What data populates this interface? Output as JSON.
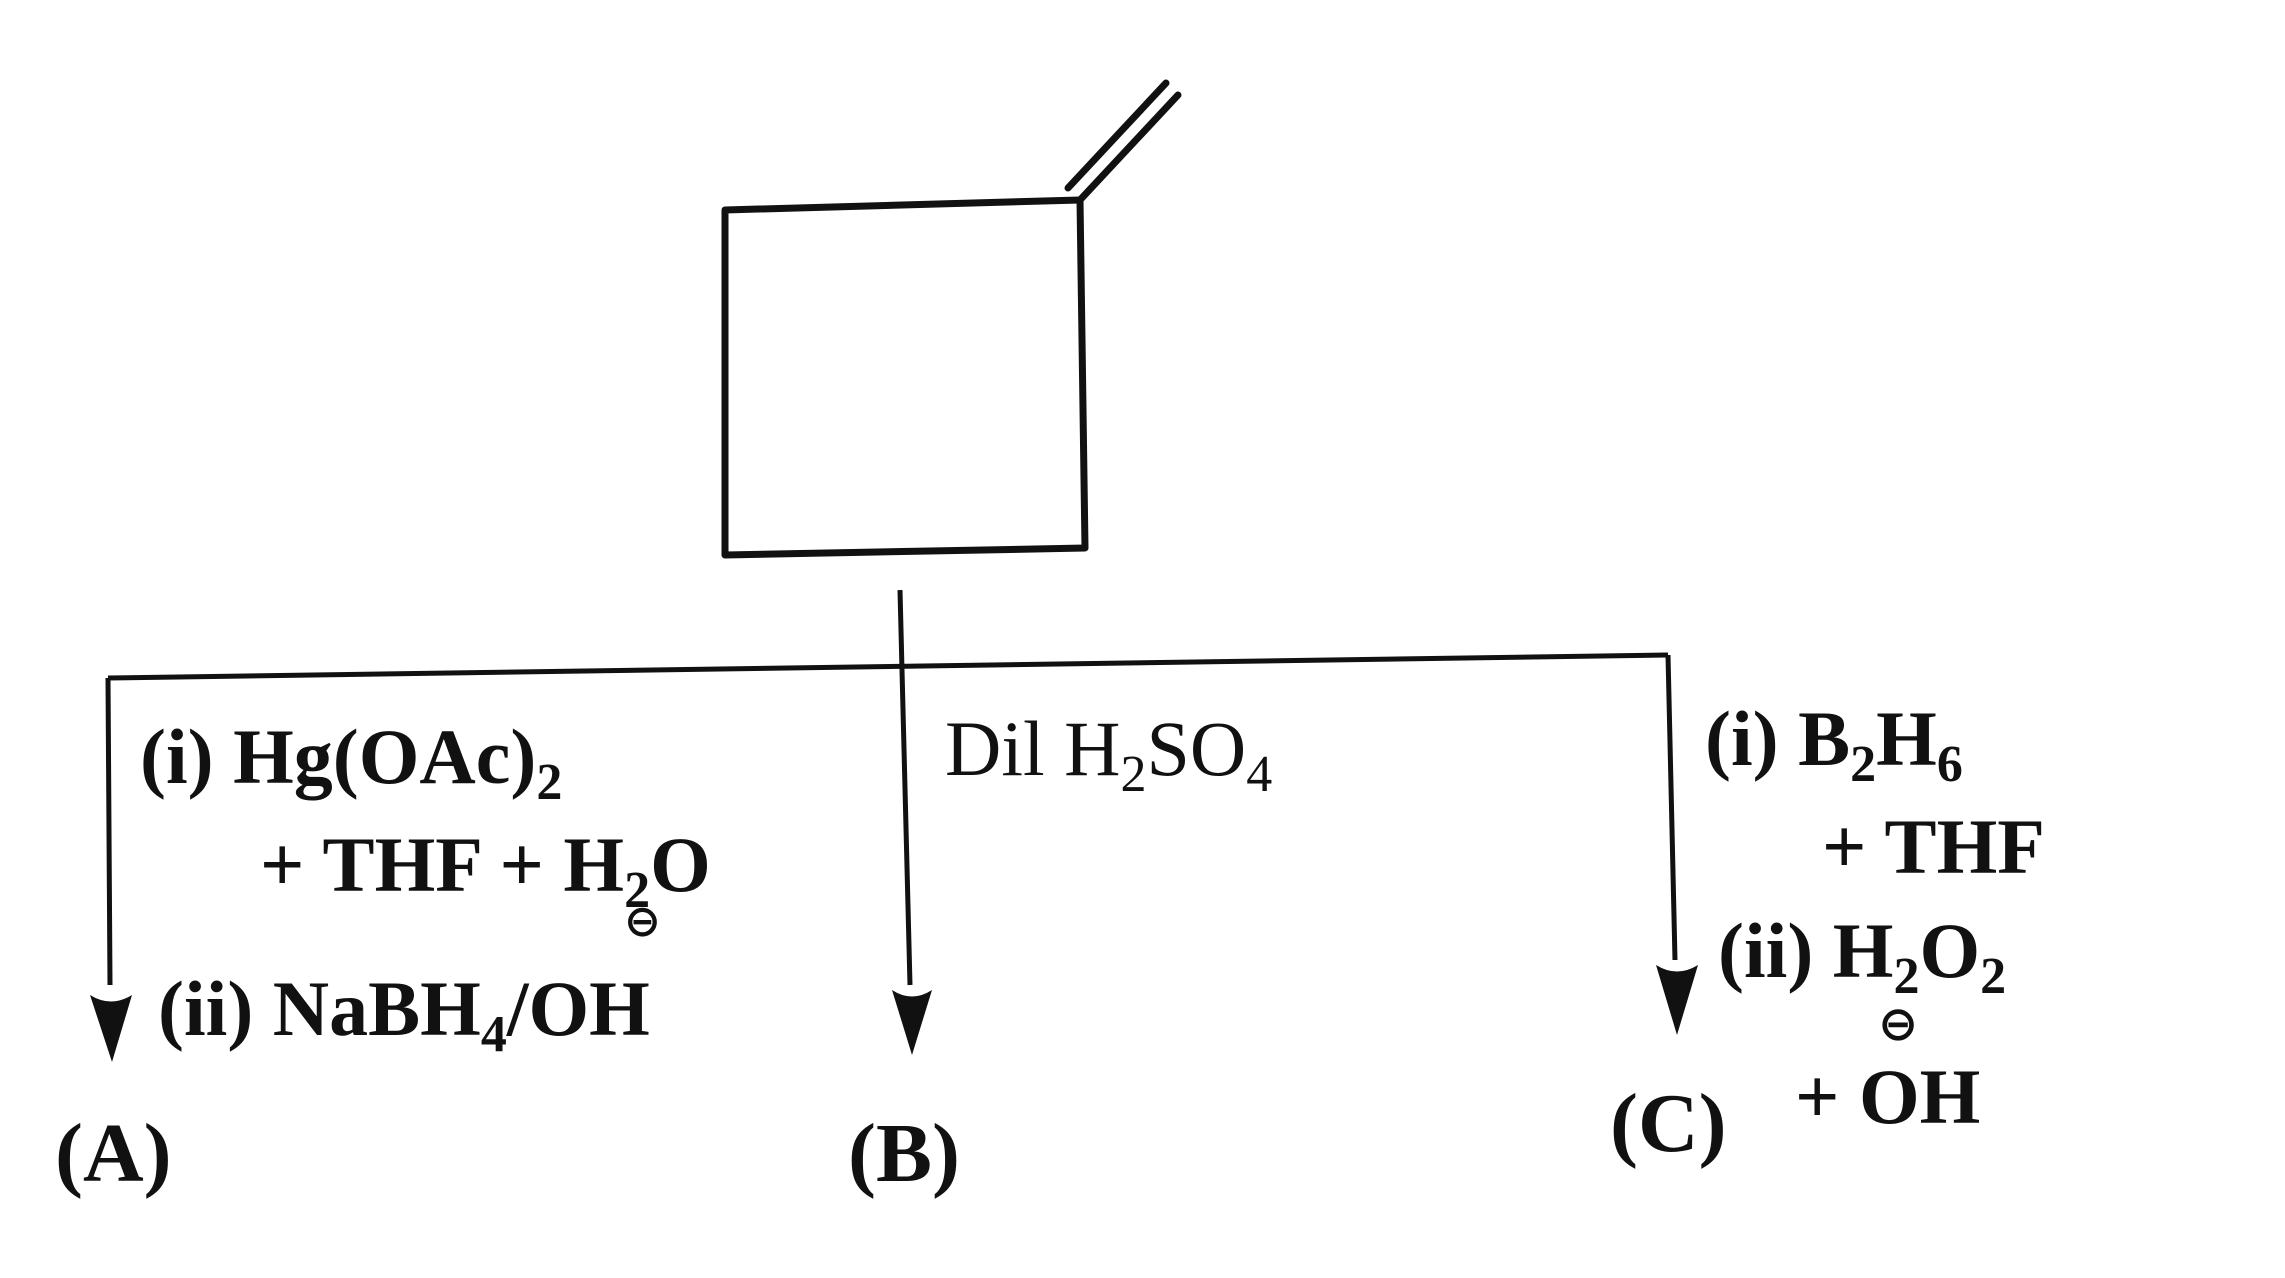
{
  "scheme": {
    "reactant": "methylenecyclobutane",
    "branch_a": {
      "step1_prefix": "(i) Hg(OAc)",
      "step1_sub": "2",
      "step1b_prefix": "+ THF + H",
      "step1b_sub": "2",
      "step1b_suffix": "O",
      "step2_prefix": "(ii) NaBH",
      "step2_sub": "4",
      "step2_suffix": "/OH",
      "charge": "⊖",
      "product": "(A)"
    },
    "branch_b": {
      "reagent_prefix": "Dil H",
      "reagent_sub": "2",
      "reagent_mid": "SO",
      "reagent_sub2": "4",
      "product": "(B)"
    },
    "branch_c": {
      "step1_prefix": "(i) B",
      "step1_sub": "2",
      "step1_mid": "H",
      "step1_sub2": "6",
      "step1b": "+ THF",
      "step2_prefix": "(ii) H",
      "step2_sub": "2",
      "step2_mid": "O",
      "step2_sub2": "2",
      "step2b": "+ OH",
      "charge": "⊖",
      "product": "(C)"
    }
  }
}
